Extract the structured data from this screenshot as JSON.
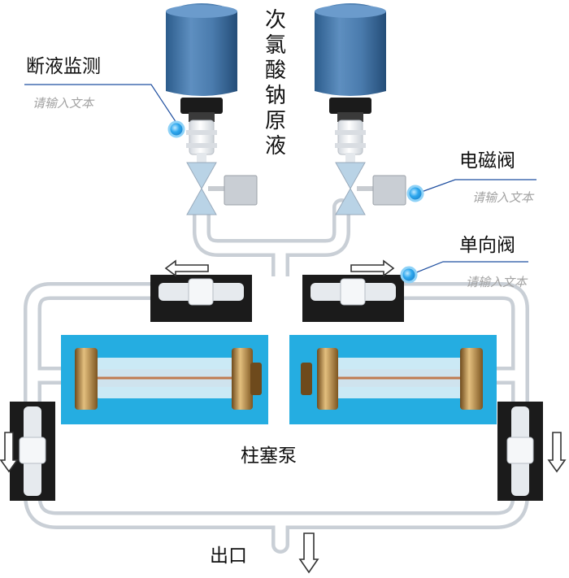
{
  "labels": {
    "sodium_hypochlorite": "次氯酸钠原液",
    "level_monitor": "断液监测",
    "placeholder": "请输入文本",
    "solenoid_valve": "电磁阀",
    "check_valve": "单向阀",
    "plunger_pump": "柱塞泵",
    "outlet": "出口"
  },
  "colors": {
    "bottle_blue": "#4a7bad",
    "pump_panel_blue": "#2ab5e8",
    "callout_dot": "#2fa8ee",
    "callout_line": "#1f4fa0",
    "placeholder_gray": "#a3a3a3"
  }
}
